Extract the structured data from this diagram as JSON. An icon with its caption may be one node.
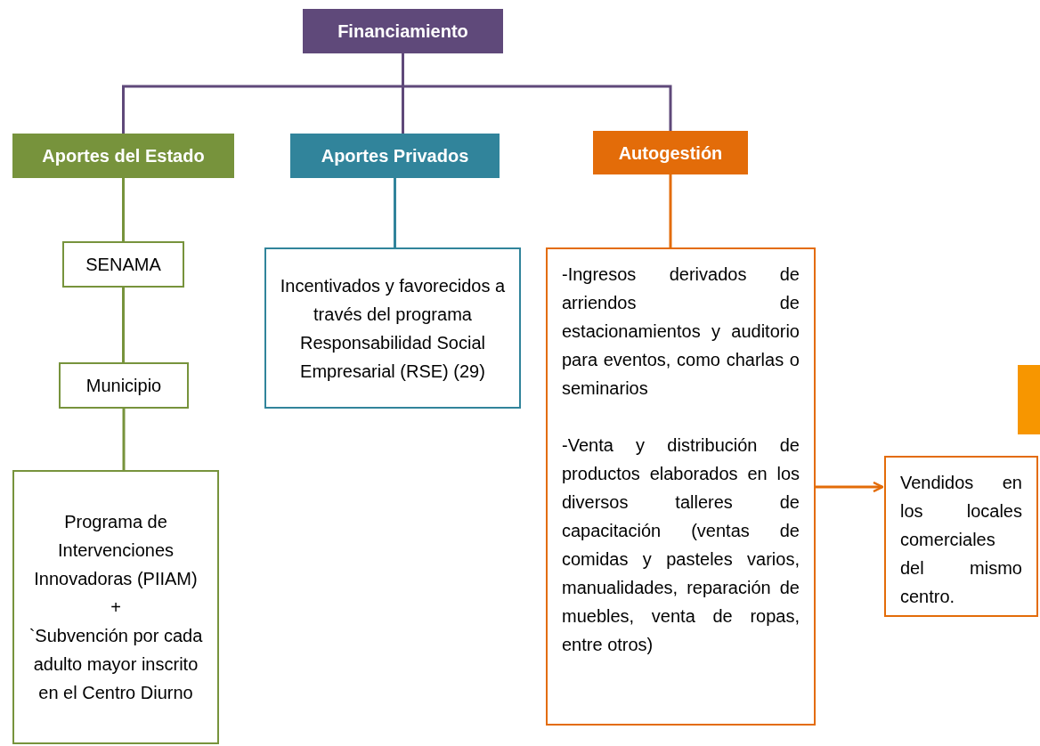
{
  "diagram": {
    "nodes": [
      {
        "text": [
          "Financiamiento"
        ]
      },
      {
        "text": [
          "Aportes del Estado"
        ]
      },
      {
        "text": [
          "Aportes  Privados"
        ]
      },
      {
        "text": [
          "Autogestión"
        ]
      },
      {
        "text": [
          "SENAMA"
        ]
      },
      {
        "text": [
          "Municipio"
        ]
      },
      {
        "text": [
          "Programa de Intervenciones Innovadoras (PIIAM)",
          "+",
          "`Subvención  por cada adulto mayor inscrito en el Centro Diurno"
        ]
      },
      {
        "text": [
          "Incentivados y favorecidos a través del programa Responsabilidad Social Empresarial (RSE) (29)"
        ]
      },
      {
        "text": [
          "-Ingresos derivados de arriendos de estacionamientos y auditorio para eventos, como charlas o seminarios",
          "-Venta y distribución de productos elaborados en los diversos talleres de capacitación (ventas de comidas y pasteles varios, manualidades, reparación de muebles, venta de ropas, entre otros)"
        ]
      },
      {
        "text": [
          "Vendidos en los locales comerciales del mismo centro."
        ]
      },
      {
        "text": [],
        "shape": "bar"
      }
    ],
    "edges": [
      {
        "from": 0,
        "to": 1,
        "arrow": "none",
        "color": "#5f497a"
      },
      {
        "from": 0,
        "to": 2,
        "arrow": "none",
        "color": "#5f497a"
      },
      {
        "from": 0,
        "to": 3,
        "arrow": "none",
        "color": "#5f497a"
      },
      {
        "from": 1,
        "to": 4,
        "arrow": "none",
        "color": "#77933c"
      },
      {
        "from": 4,
        "to": 5,
        "arrow": "none",
        "color": "#77933c"
      },
      {
        "from": 5,
        "to": 6,
        "arrow": "none",
        "color": "#77933c"
      },
      {
        "from": 2,
        "to": 7,
        "arrow": "none",
        "color": "#31849b"
      },
      {
        "from": 3,
        "to": 8,
        "arrow": "none",
        "color": "#e36c09"
      },
      {
        "from": 8,
        "to": 9,
        "arrow": "to",
        "color": "#e36c09"
      }
    ]
  }
}
